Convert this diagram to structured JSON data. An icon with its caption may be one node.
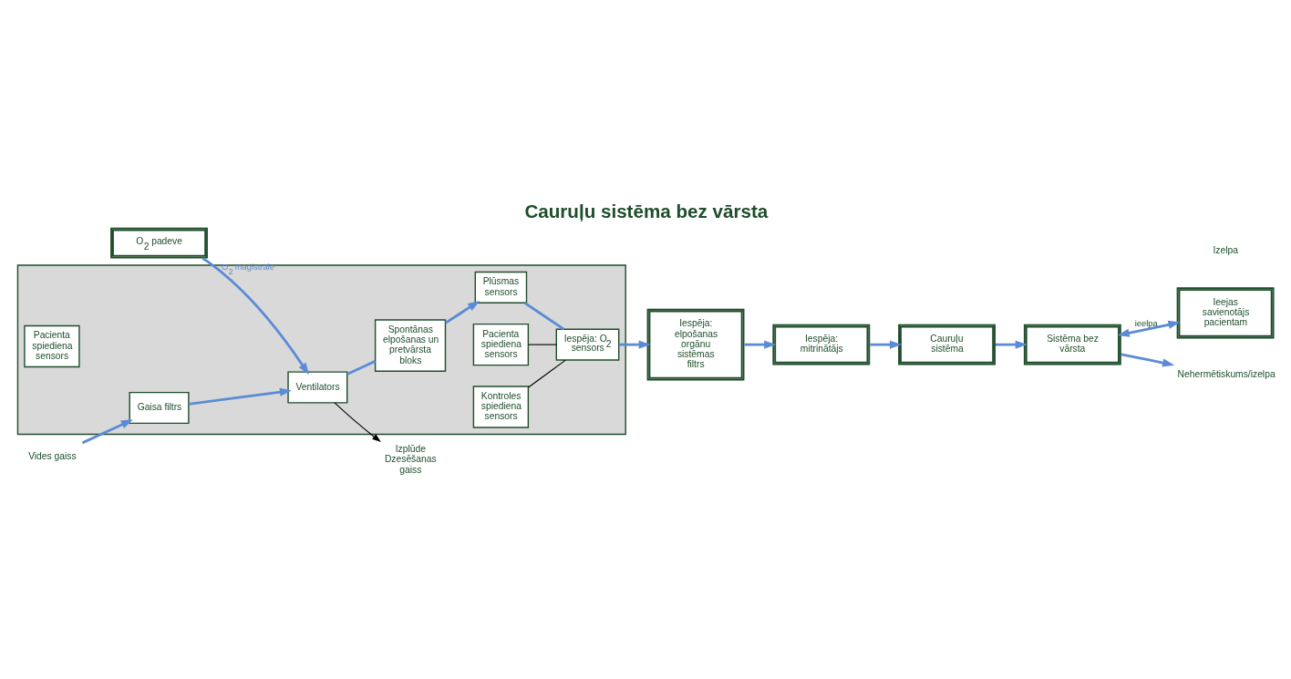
{
  "diagram": {
    "title": "Cauruļu sistēma bez vārsta",
    "nodes": [
      {
        "text": [
          "O$_{2}$ padeve"
        ]
      },
      {
        "text": [],
        "shape": "box"
      },
      {
        "text": [
          "Gaisa filtrs"
        ],
        "in": 1
      },
      {
        "text": [
          "Ventilators"
        ],
        "in": 1
      },
      {
        "text": [
          "Spontānas elpošanas un pretvārsta bloks"
        ],
        "in": 1
      },
      {
        "text": [
          "Plūsmas sensors"
        ],
        "in": 1
      },
      {
        "text": [
          "Iespēja: O$_{2}$ sensors"
        ],
        "in": 1
      },
      {
        "text": [
          "Pacienta spiediena sensors"
        ],
        "in": 1
      },
      {
        "text": [
          "Pacienta spiediena sensors"
        ],
        "in": 1
      },
      {
        "text": [
          "Kontroles spiediena sensors"
        ],
        "in": 1
      },
      {
        "text": [
          "Iespēja: elpošanas orgānu sistēmas filtrs"
        ]
      },
      {
        "text": [
          "Iespēja: mitrinātājs"
        ]
      },
      {
        "text": [
          "Cauruļu sistēma"
        ]
      },
      {
        "text": [
          "Sistēma bez vārsta"
        ]
      },
      {
        "text": [
          "Ieejas savienotājs pacientam"
        ]
      },
      {
        "text": [
          "Vides gaiss"
        ]
      },
      {
        "text": [
          "Izplūde Dzesēšanas gaiss"
        ]
      },
      {
        "text": [
          "Nehermētiskums/izelpa"
        ]
      }
    ],
    "edges": [
      {
        "from": 15,
        "to": 2,
        "arrow": "to"
      },
      {
        "from": 0,
        "to": 3,
        "arrow": "to",
        "label": "O$_{2}$ maģistrāle"
      },
      {
        "from": 2,
        "to": 3,
        "arrow": "to"
      },
      {
        "from": 3,
        "to": 4,
        "arrow": "none"
      },
      {
        "from": 3,
        "to": 16,
        "arrow": "to",
        "color": "#000000"
      },
      {
        "from": 4,
        "to": 5,
        "arrow": "to"
      },
      {
        "from": 5,
        "to": 6,
        "arrow": "none"
      },
      {
        "from": 8,
        "to": 6,
        "arrow": "none",
        "color": "#000000"
      },
      {
        "from": 9,
        "to": 6,
        "arrow": "none",
        "color": "#000000"
      },
      {
        "from": 6,
        "to": 10,
        "arrow": "to"
      },
      {
        "from": 10,
        "to": 11,
        "arrow": "to"
      },
      {
        "from": 11,
        "to": 12,
        "arrow": "to"
      },
      {
        "from": 12,
        "to": 13,
        "arrow": "to"
      },
      {
        "from": 13,
        "to": 14,
        "arrow": "both",
        "label": "ieelpa"
      },
      {
        "from": 13,
        "to": 17,
        "arrow": "to"
      }
    ],
    "labels": [
      "Izelpa"
    ]
  }
}
